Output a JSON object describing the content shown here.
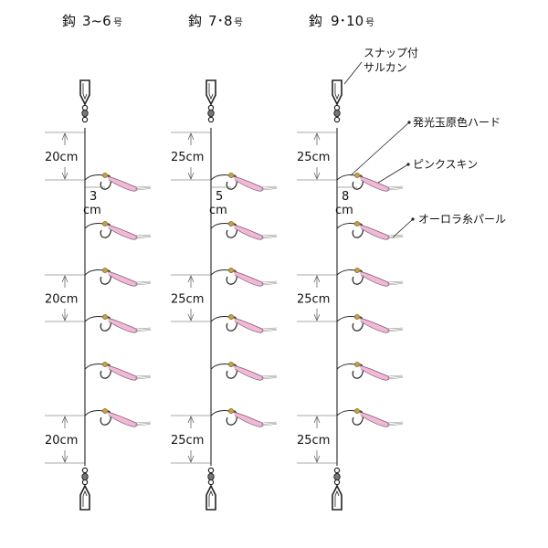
{
  "columns": [
    {
      "heading_kanji": "鈎",
      "heading_size": "3~6",
      "heading_unit": "号",
      "spacing_labels": [
        "20cm",
        "20cm",
        "20cm"
      ],
      "branch_label_value": "3",
      "branch_label_unit": "cm"
    },
    {
      "heading_kanji": "鈎",
      "heading_size": "7･8",
      "heading_unit": "号",
      "spacing_labels": [
        "25cm",
        "25cm",
        "25cm"
      ],
      "branch_label_value": "5",
      "branch_label_unit": "cm"
    },
    {
      "heading_kanji": "鈎",
      "heading_size": "9･10",
      "heading_unit": "号",
      "spacing_labels": [
        "25cm",
        "25cm",
        "25cm"
      ],
      "branch_label_value": "8",
      "branch_label_unit": "cm"
    }
  ],
  "callouts": {
    "snap_line1": "スナップ付",
    "snap_line2": "サルカン",
    "bead": "発光玉原色ハード",
    "skin": "ピンクスキン",
    "thread": "オーロラ糸パール"
  },
  "colors": {
    "lure_pink": "#f2b8d8",
    "lure_outline": "#7a5a6a",
    "bead_gold": "#c8a23a",
    "line": "#222222",
    "dim_line": "#555555"
  }
}
